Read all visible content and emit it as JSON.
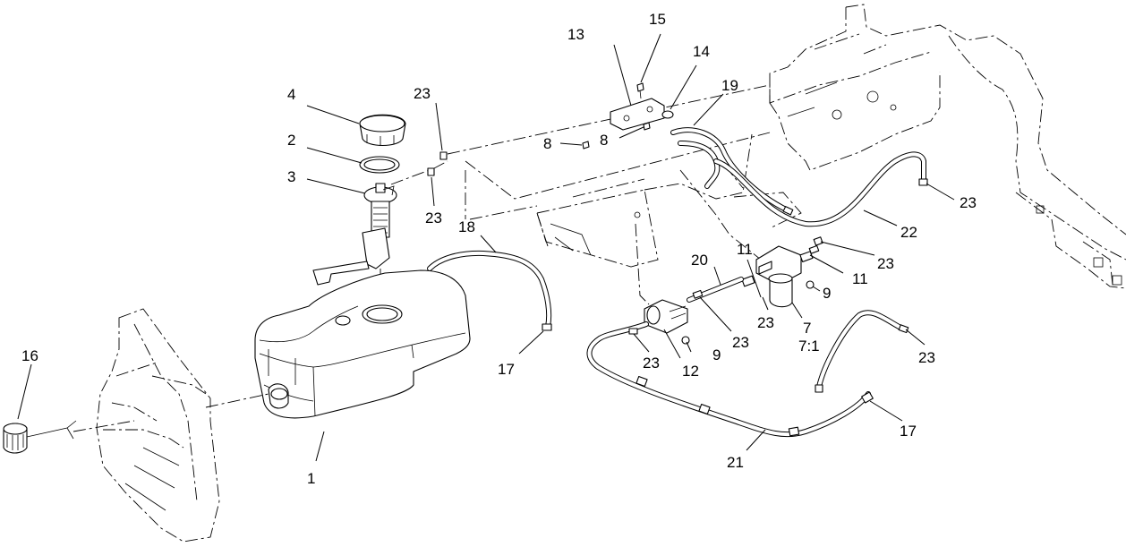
{
  "callouts": [
    {
      "id": "c1",
      "text": "1"
    },
    {
      "id": "c2",
      "text": "2"
    },
    {
      "id": "c3",
      "text": "3"
    },
    {
      "id": "c4",
      "text": "4"
    },
    {
      "id": "c7",
      "text": "7"
    },
    {
      "id": "c7_1",
      "text": "7:1"
    },
    {
      "id": "c8a",
      "text": "8"
    },
    {
      "id": "c8b",
      "text": "8"
    },
    {
      "id": "c9a",
      "text": "9"
    },
    {
      "id": "c9b",
      "text": "9"
    },
    {
      "id": "c11a",
      "text": "11"
    },
    {
      "id": "c11b",
      "text": "11"
    },
    {
      "id": "c12",
      "text": "12"
    },
    {
      "id": "c13",
      "text": "13"
    },
    {
      "id": "c14",
      "text": "14"
    },
    {
      "id": "c15",
      "text": "15"
    },
    {
      "id": "c16",
      "text": "16"
    },
    {
      "id": "c17a",
      "text": "17"
    },
    {
      "id": "c17b",
      "text": "17"
    },
    {
      "id": "c18",
      "text": "18"
    },
    {
      "id": "c19",
      "text": "19"
    },
    {
      "id": "c20",
      "text": "20"
    },
    {
      "id": "c21",
      "text": "21"
    },
    {
      "id": "c22",
      "text": "22"
    },
    {
      "id": "c23a",
      "text": "23"
    },
    {
      "id": "c23b",
      "text": "23"
    },
    {
      "id": "c23c",
      "text": "23"
    },
    {
      "id": "c23d",
      "text": "23"
    },
    {
      "id": "c23e",
      "text": "23"
    },
    {
      "id": "c23f",
      "text": "23"
    },
    {
      "id": "c23g",
      "text": "23"
    },
    {
      "id": "c23h",
      "text": "23"
    }
  ]
}
